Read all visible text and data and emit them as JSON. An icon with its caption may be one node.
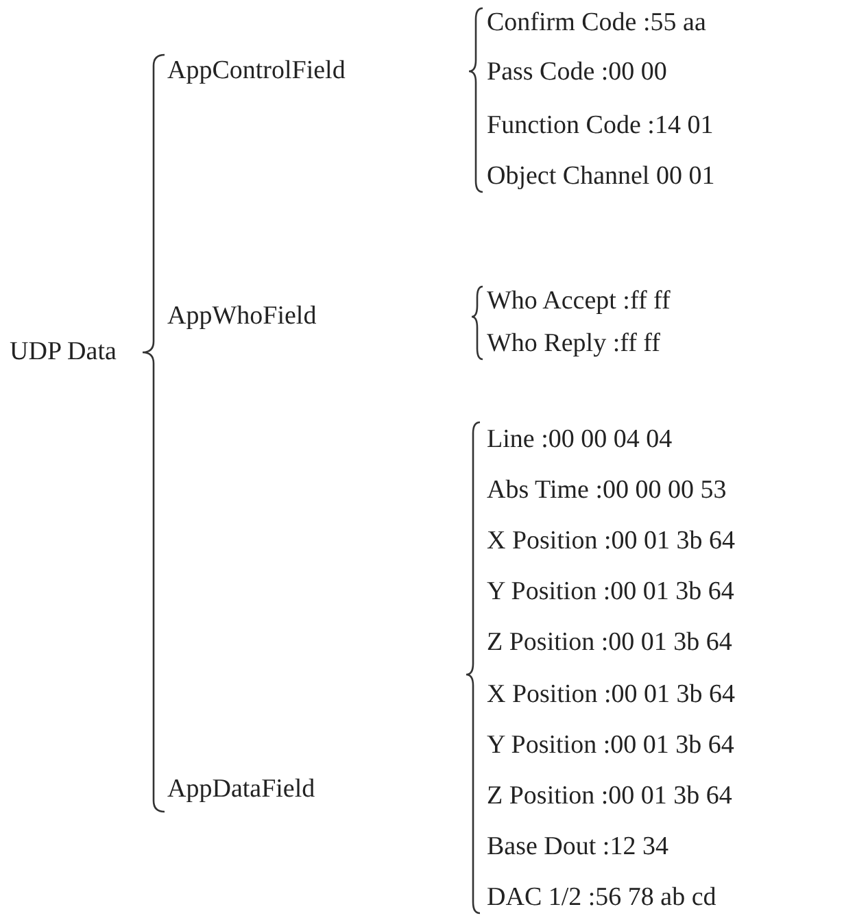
{
  "diagram": {
    "labels": [
      "UDP Data",
      "AppControlField",
      "Confirm Code :55 aa",
      "Pass Code :00 00",
      "Function Code :14 01",
      "Object Channel 00 01",
      "AppWhoField",
      "Who Accept :ff ff",
      "Who Reply :ff ff",
      "AppDataField",
      "Line :00 00 04 04",
      "Abs Time :00 00 00 53",
      "X Position :00 01 3b 64",
      "Y Position :00 01 3b 64",
      "Z Position :00 01 3b 64",
      "X Position :00 01 3b 64",
      "Y Position :00 01 3b 64",
      "Z Position :00 01 3b 64",
      "Base Dout :12 34",
      "DAC 1/2 :56 78 ab cd"
    ]
  }
}
